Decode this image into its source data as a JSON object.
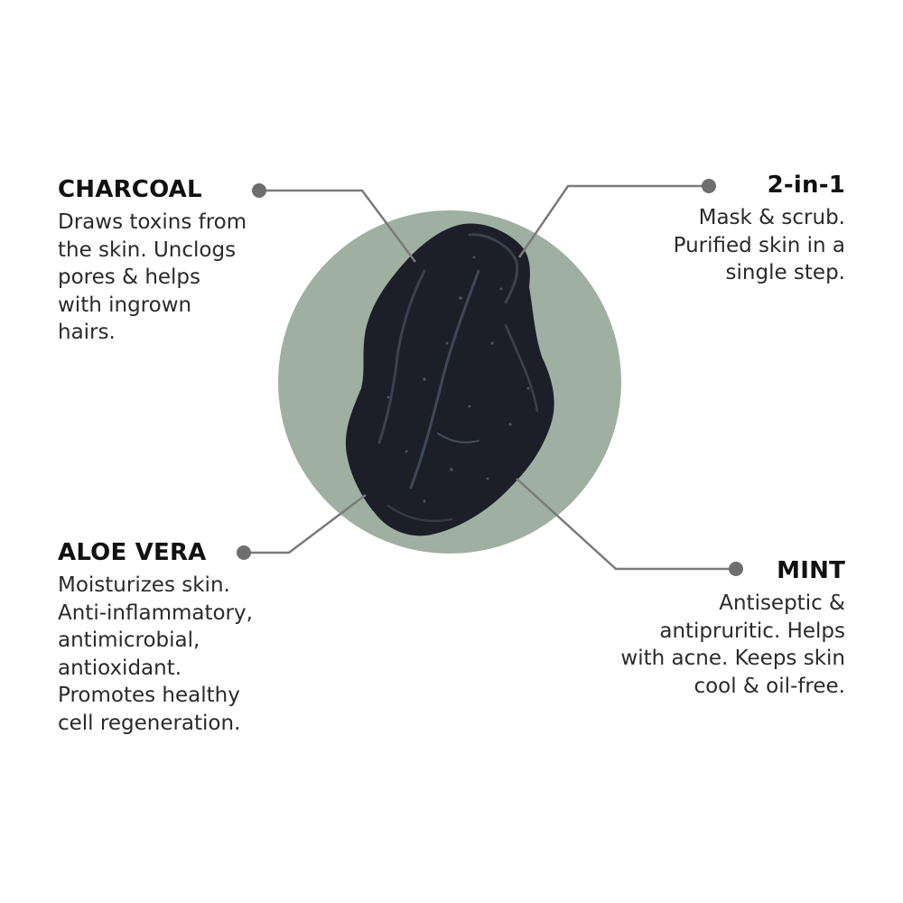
{
  "colors": {
    "circle": "#9fb0a2",
    "connector": "#7a7a7a",
    "dot": "#6e6e6e",
    "charcoal_paste": "#1c1f27",
    "heading": "#111111",
    "body_text": "#2a2a2a"
  },
  "image": {
    "subject": "charcoal-paste-swatch"
  },
  "callouts": {
    "charcoal": {
      "title": "CHARCOAL",
      "body": "Draws toxins from\nthe skin. Unclogs\npores & helps\nwith ingrown\nhairs."
    },
    "two_in_one": {
      "title": "2-in-1",
      "body": "Mask & scrub.\nPurified skin in a\nsingle step."
    },
    "aloe_vera": {
      "title": "ALOE VERA",
      "body": "Moisturizes skin.\nAnti-inflammatory,\nantimicrobial,\nantioxidant.\nPromotes healthy\ncell regeneration."
    },
    "mint": {
      "title": "MINT",
      "body": "Antiseptic &\nantipruritic. Helps\nwith acne. Keeps skin\ncool & oil-free."
    }
  }
}
